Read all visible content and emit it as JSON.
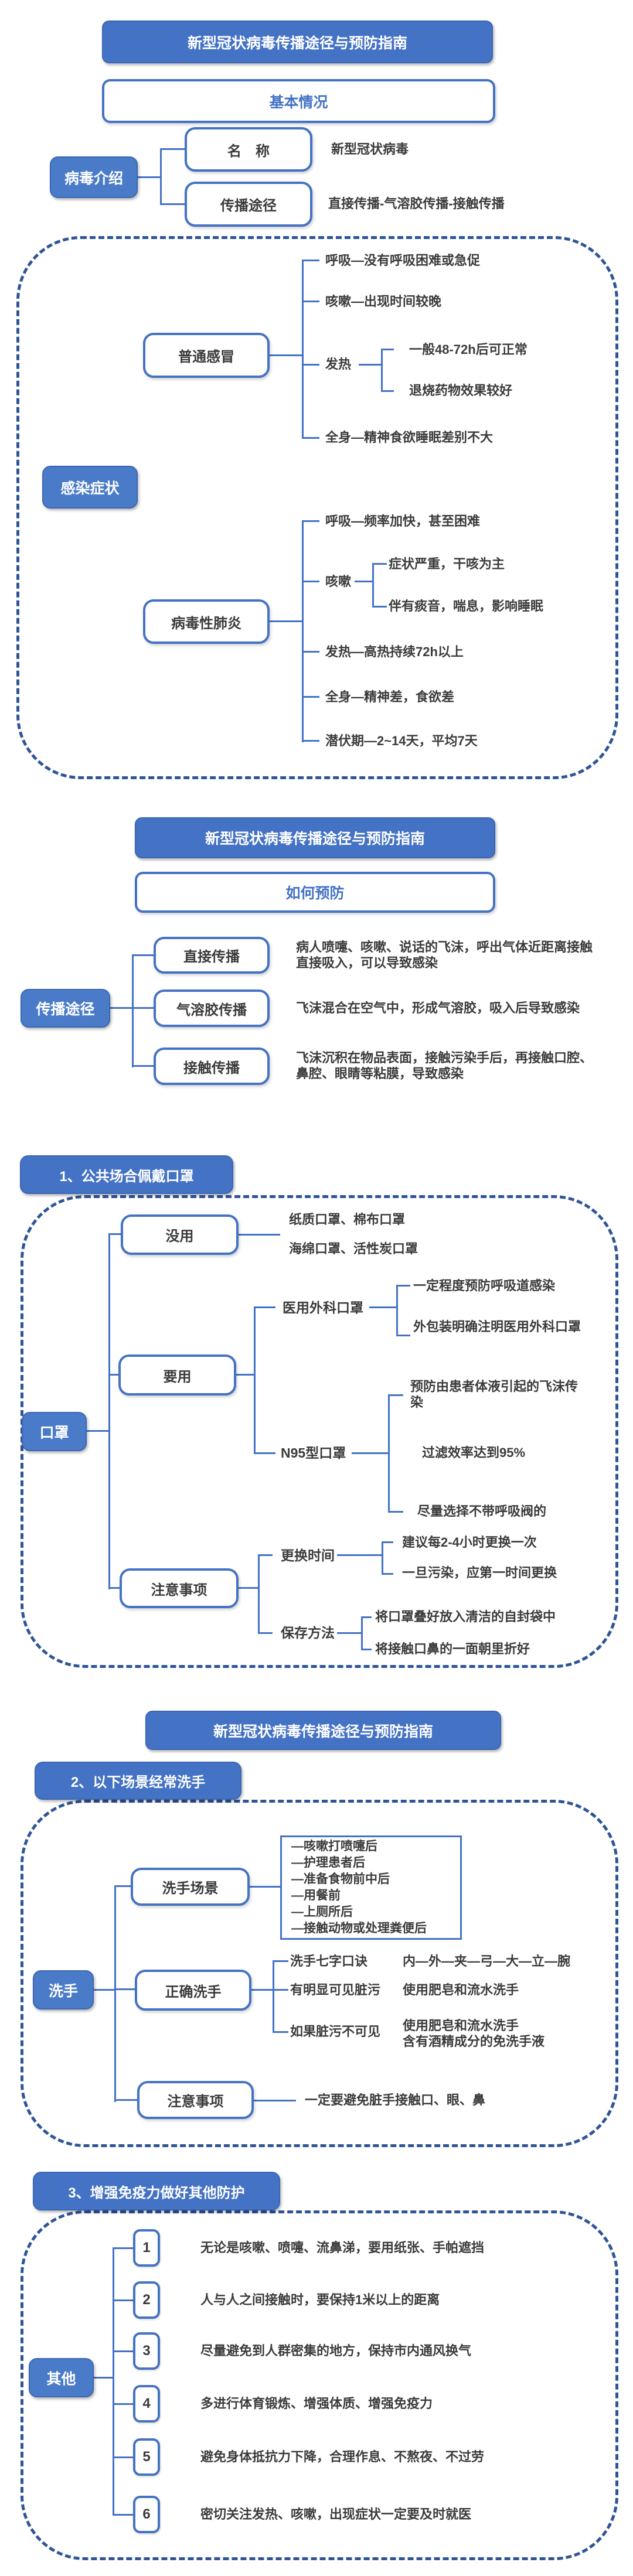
{
  "titles": {
    "main": "新型冠状病毒传播途径与预防指南"
  },
  "colors": {
    "node_fill": "#4472C4",
    "dashed_border": "#2F5597",
    "text": "#3B3B3B"
  },
  "page1": {
    "subtitle": "基本情况",
    "root": "病毒介绍",
    "name_label": "名　称",
    "name_value": "新型冠状病毒",
    "route_label": "传播途径",
    "route_value": "直接传播-气溶胶传播-接触传播"
  },
  "symptoms": {
    "root": "感染症状",
    "cold": {
      "label": "普通感冒",
      "breath": "呼吸—没有呼吸困难或急促",
      "cough": "咳嗽—出现时间较晚",
      "fever_label": "发热",
      "fever_point1": "一般48-72h后可正常",
      "fever_point2": "退烧药物效果较好",
      "body": "全身—精神食欲睡眠差别不大"
    },
    "pneumonia": {
      "label": "病毒性肺炎",
      "breath": "呼吸—频率加快，甚至困难",
      "cough_label": "咳嗽",
      "cough_point1": "症状严重，干咳为主",
      "cough_point2": "伴有痰音，喘息，影响睡眠",
      "fever": "发热—高热持续72h以上",
      "body": "全身—精神差，食欲差",
      "incubation": "潜伏期—2~14天，平均7天"
    }
  },
  "page2": {
    "subtitle": "如何预防",
    "root": "传播途径",
    "routes": [
      {
        "label": "直接传播",
        "desc": "病人喷嚏、咳嗽、说话的飞沫，呼出气体近距离接触直接吸入，可以导致感染"
      },
      {
        "label": "气溶胶传播",
        "desc": "飞沫混合在空气中，形成气溶胶，吸入后导致感染"
      },
      {
        "label": "接触传播",
        "desc": "飞沫沉积在物品表面，接触污染手后，再接触口腔、鼻腔、眼睛等粘膜，导致感染"
      }
    ]
  },
  "mask": {
    "badge": "1、公共场合佩戴口罩",
    "root": "口罩",
    "no_use_label": "没用",
    "no_use_line1": "纸质口罩、棉布口罩",
    "no_use_line2": "海绵口罩、活性炭口罩",
    "use_label": "要用",
    "surgical_label": "医用外科口罩",
    "surgical_point1": "一定程度预防呼吸道感染",
    "surgical_point2": "外包装明确注明医用外科口罩",
    "n95_label": "N95型口罩",
    "n95_point1": "预防由患者体液引起的飞沫传染",
    "n95_point2": "过滤效率达到95%",
    "n95_point3": "尽量选择不带呼吸阀的",
    "notes_label": "注意事项",
    "replace_label": "更换时间",
    "replace_point1": "建议每2-4小时更换一次",
    "replace_point2": "一旦污染，应第一时间更换",
    "store_label": "保存方法",
    "store_point1": "将口罩叠好放入清洁的自封袋中",
    "store_point2": "将接触口鼻的一面朝里折好"
  },
  "wash": {
    "badge": "2、以下场景经常洗手",
    "root": "洗手",
    "scene_label": "洗手场景",
    "scene_items": [
      "—咳嗽打喷嚏后",
      "—护理患者后",
      "—准备食物前中后",
      "—用餐前",
      "—上厕所后",
      "—接触动物或处理粪便后"
    ],
    "correct_label": "正确洗手",
    "row1_label": "洗手七字口诀",
    "row1_value": "内—外—夹—弓—大—立—腕",
    "row2_label": "有明显可见脏污",
    "row2_value": "使用肥皂和流水洗手",
    "row3_label": "如果脏污不可见",
    "row3_value": "使用肥皂和流水洗手\n含有酒精成分的免洗手液",
    "notes_label": "注意事项",
    "notes_value": "一定要避免脏手接触口、眼、鼻"
  },
  "other": {
    "badge": "3、增强免疫力做好其他防护",
    "root": "其他",
    "items": [
      {
        "num": "1",
        "text": "无论是咳嗽、喷嚏、流鼻涕，要用纸张、手帕遮挡"
      },
      {
        "num": "2",
        "text": "人与人之间接触时，要保持1米以上的距离"
      },
      {
        "num": "3",
        "text": "尽量避免到人群密集的地方，保持市内通风换气"
      },
      {
        "num": "4",
        "text": "多进行体育锻炼、增强体质、增强免疫力"
      },
      {
        "num": "5",
        "text": "避免身体抵抗力下降，合理作息、不熬夜、不过劳"
      },
      {
        "num": "6",
        "text": "密切关注发热、咳嗽，出现症状一定要及时就医"
      }
    ]
  }
}
